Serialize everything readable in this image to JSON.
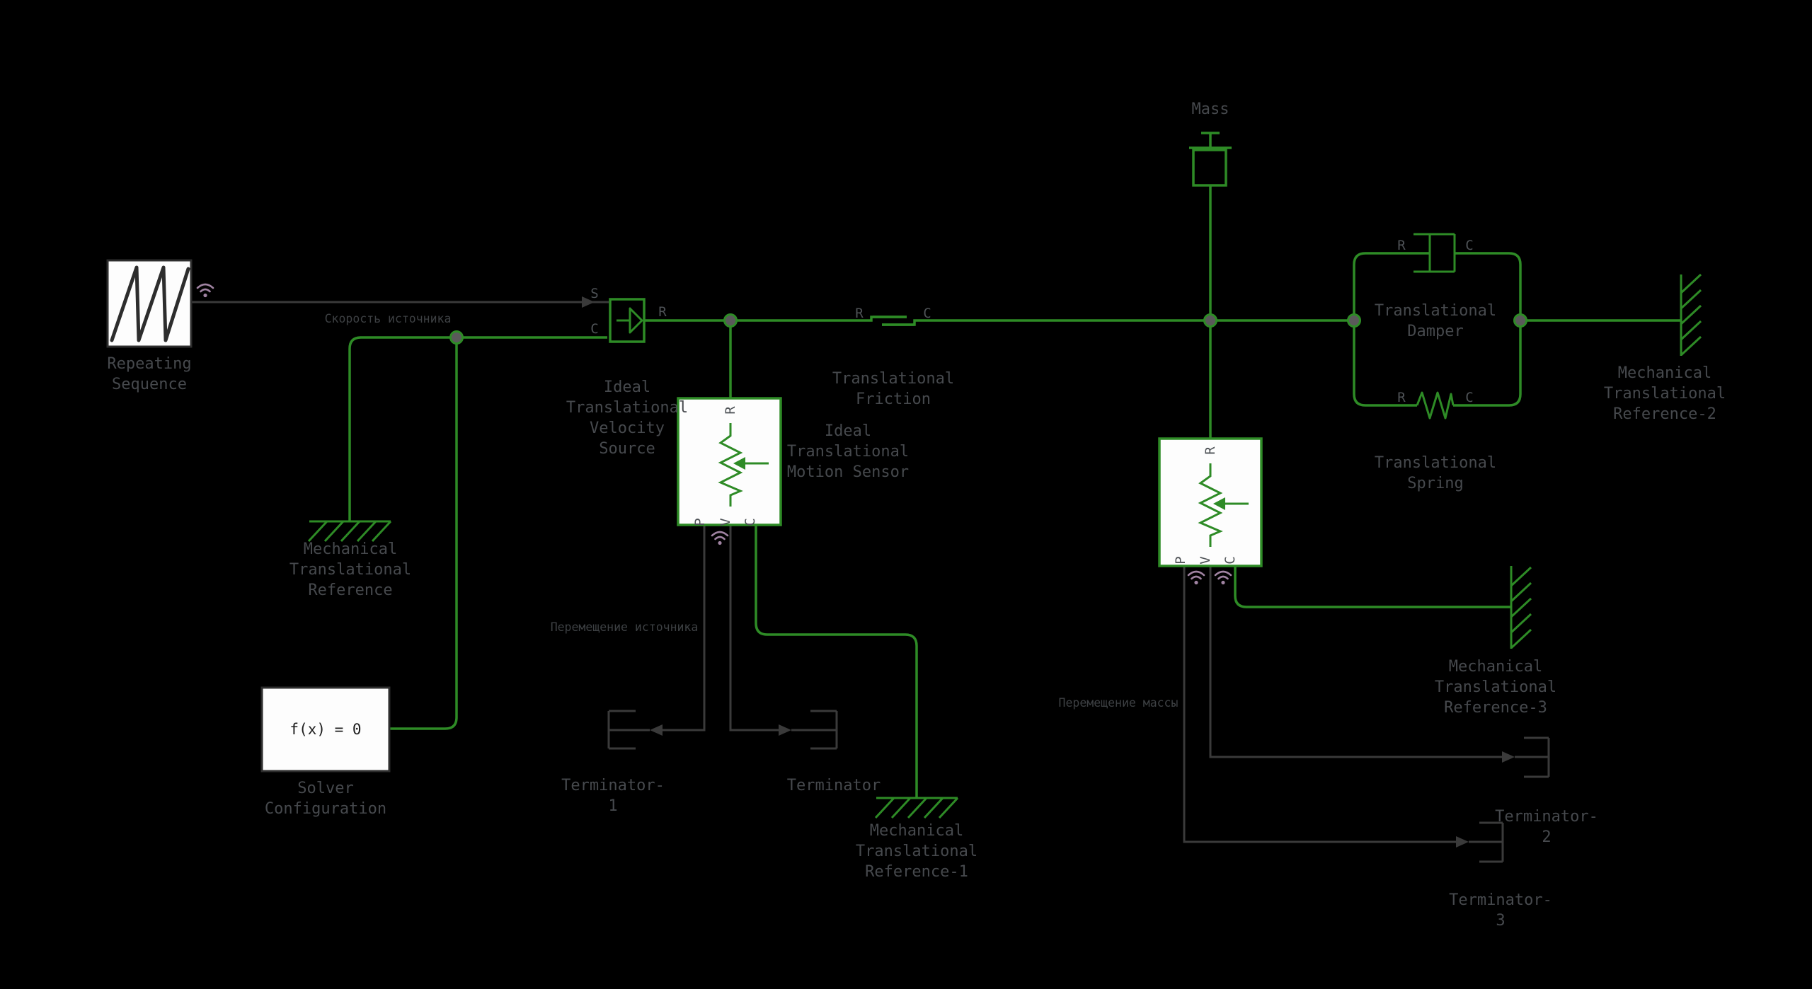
{
  "labels": {
    "repeating_sequence": "Repeating\nSequence",
    "velocity_source": "Ideal\nTranslational\nVelocity\nSource",
    "friction": "Translational\nFriction",
    "motion_sensor": "Ideal\nTranslational\nMotion Sensor",
    "mass": "Mass",
    "damper": "Translational\nDamper",
    "spring": "Translational\nSpring",
    "reference": "Mechanical\nTranslational\nReference",
    "reference_1": "Mechanical\nTranslational\nReference-1",
    "reference_2": "Mechanical\nTranslational\nReference-2",
    "reference_3": "Mechanical\nTranslational\nReference-3",
    "solver": "Solver\nConfiguration",
    "solver_expression": "f(x) = 0",
    "terminator": "Terminator",
    "terminator_1": "Terminator-\n1",
    "terminator_2": "Terminator-\n2",
    "terminator_3": "Terminator-\n3"
  },
  "annotations": {
    "source_velocity": "Скорость источника",
    "source_displacement": "Перемещение источника",
    "mass_displacement": "Перемещение массы"
  },
  "ports": {
    "S": "S",
    "C": "C",
    "R": "R",
    "P": "P",
    "V": "V"
  },
  "colors": {
    "background": "#000000",
    "green": "#2e8b26",
    "signal": "#3a3a3a",
    "label": "#46494d",
    "annotation": "#3d4043",
    "port": "#4e5256",
    "wifi": "#a083a2",
    "white": "#fdfdfd",
    "dark_border": "#2d2d2d",
    "junction": "#5a5a5a",
    "solver_text": "#1e1e1e"
  }
}
